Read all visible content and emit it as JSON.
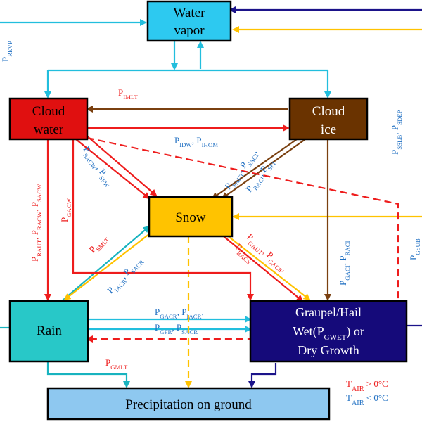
{
  "colors": {
    "vapor": "#2dc9f0",
    "cloud_water": "#e01010",
    "cloud_ice": "#6a3300",
    "snow": "#ffc300",
    "rain": "#28c8c8",
    "graupel": "#150a7a",
    "ground": "#8ec8f0",
    "arrow_cyan": "#22bedd",
    "arrow_red": "#ee1c1c",
    "arrow_brown": "#7a4010",
    "arrow_yellow": "#ffc200",
    "arrow_navy": "#1b138a",
    "arrow_teal": "#18b3bf",
    "label_blue": "#1f6fc2",
    "label_red": "#ee1c1c"
  },
  "nodes": {
    "water_vapor": [
      "Water",
      "vapor"
    ],
    "cloud_water": [
      "Cloud",
      "water"
    ],
    "cloud_ice": [
      "Cloud",
      "ice"
    ],
    "snow": [
      "Snow"
    ],
    "rain": [
      "Rain"
    ],
    "graupel": [
      "Graupel/Hail",
      "Wet(P",
      "GWET",
      ") or",
      "Dry Growth"
    ],
    "ground": [
      "Precipitation on ground"
    ]
  },
  "labels": {
    "p_revp": [
      {
        "t": "P"
      },
      {
        "t": "REVP",
        "sub": true
      }
    ],
    "p_imlt": [
      {
        "t": "P"
      },
      {
        "t": "IMLT",
        "sub": true
      }
    ],
    "p_idw_ihom": [
      {
        "t": "P"
      },
      {
        "t": "IDW",
        "sub": true
      },
      {
        "t": ", P"
      },
      {
        "t": "IHOM",
        "sub": true
      }
    ],
    "p_sacw_sfw": [
      {
        "t": "P"
      },
      {
        "t": "SACW",
        "sub": true
      },
      {
        "t": ", P"
      },
      {
        "t": "SFW",
        "sub": true
      }
    ],
    "p_saut_saci": [
      {
        "t": "P"
      },
      {
        "t": "SAUT",
        "sub": true
      },
      {
        "t": ", P"
      },
      {
        "t": "SACI",
        "sub": true
      },
      {
        "t": ","
      }
    ],
    "p_raci_sfi": [
      {
        "t": "P"
      },
      {
        "t": "RACI",
        "sub": true
      },
      {
        "t": ", P"
      },
      {
        "t": "SFI",
        "sub": true
      }
    ],
    "p_raut": [
      {
        "t": "P"
      },
      {
        "t": "RAUT",
        "sub": true
      },
      {
        "t": ", P"
      },
      {
        "t": "RACW",
        "sub": true
      },
      {
        "t": ", P"
      },
      {
        "t": "SACW",
        "sub": true
      }
    ],
    "p_gacw": [
      {
        "t": "P"
      },
      {
        "t": "GACW",
        "sub": true
      }
    ],
    "p_smlt": [
      {
        "t": "P"
      },
      {
        "t": "SMLT",
        "sub": true
      }
    ],
    "p_iacr_sacr": [
      {
        "t": "P"
      },
      {
        "t": "IACR",
        "sub": true
      },
      {
        "t": ", P"
      },
      {
        "t": "SACR",
        "sub": true
      }
    ],
    "p_gaut_gacs": [
      {
        "t": "P"
      },
      {
        "t": "GAUT",
        "sub": true
      },
      {
        "t": ", P"
      },
      {
        "t": "GACS",
        "sub": true
      },
      {
        "t": ","
      }
    ],
    "p_racs": [
      {
        "t": "P"
      },
      {
        "t": "RACS",
        "sub": true
      }
    ],
    "p_gaci_raci": [
      {
        "t": "P"
      },
      {
        "t": "GACI",
        "sub": true
      },
      {
        "t": ", P"
      },
      {
        "t": "RACI",
        "sub": true
      }
    ],
    "p_gacr_iacr": [
      {
        "t": "P"
      },
      {
        "t": "GACR",
        "sub": true
      },
      {
        "t": ", P"
      },
      {
        "t": "IACR",
        "sub": true
      },
      {
        "t": ","
      }
    ],
    "p_gfr_sacr": [
      {
        "t": "P"
      },
      {
        "t": "GFR",
        "sub": true
      },
      {
        "t": ", P"
      },
      {
        "t": "SACR",
        "sub": true
      }
    ],
    "p_gmlt": [
      {
        "t": "P"
      },
      {
        "t": "GMLT",
        "sub": true
      }
    ],
    "p_sslb_sdep": [
      {
        "t": "P"
      },
      {
        "t": "SSLB",
        "sub": true
      },
      {
        "t": ", P"
      },
      {
        "t": "SDEP",
        "sub": true
      }
    ],
    "p_gsub": [
      {
        "t": "P"
      },
      {
        "t": "GSUB",
        "sub": true
      }
    ]
  },
  "legend": {
    "warm": [
      {
        "t": "T"
      },
      {
        "t": "AIR",
        "sub": true
      },
      {
        "t": " > 0°C"
      }
    ],
    "cold": [
      {
        "t": "T"
      },
      {
        "t": "AIR",
        "sub": true
      },
      {
        "t": " < 0°C"
      }
    ]
  }
}
